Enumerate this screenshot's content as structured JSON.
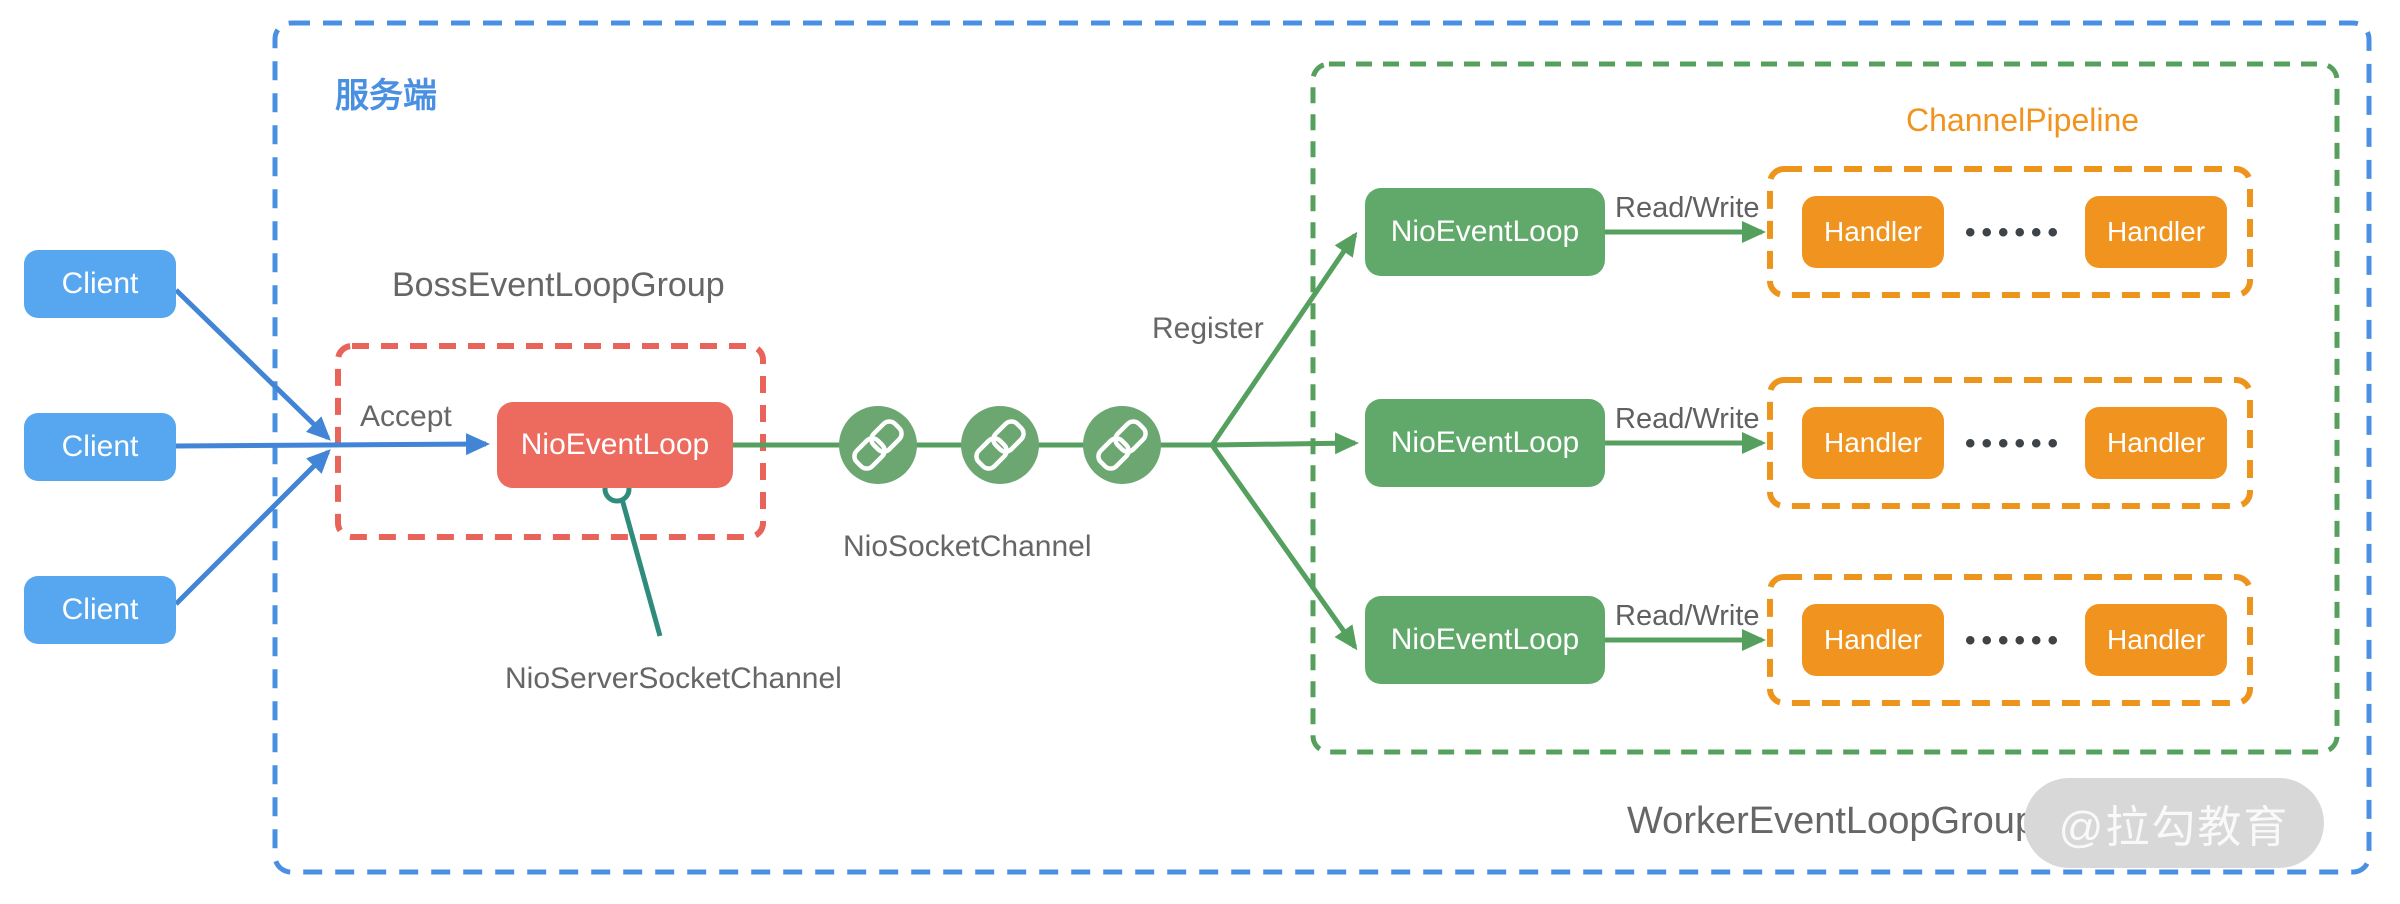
{
  "server_region": {
    "label": "服务端"
  },
  "clients": [
    {
      "label": "Client"
    },
    {
      "label": "Client"
    },
    {
      "label": "Client"
    }
  ],
  "boss": {
    "group_label": "BossEventLoopGroup",
    "accept_label": "Accept",
    "loop_label": "NioEventLoop",
    "server_channel_label": "NioServerSocketChannel"
  },
  "socket_channel_label": "NioSocketChannel",
  "register_label": "Register",
  "worker": {
    "group_label": "WorkerEventLoopGroup",
    "pipeline_label": "ChannelPipeline",
    "rows": [
      {
        "loop_label": "NioEventLoop",
        "rw_label": "Read/Write",
        "handler_left": "Handler",
        "dots": "••••••",
        "handler_right": "Handler"
      },
      {
        "loop_label": "NioEventLoop",
        "rw_label": "Read/Write",
        "handler_left": "Handler",
        "dots": "••••••",
        "handler_right": "Handler"
      },
      {
        "loop_label": "NioEventLoop",
        "rw_label": "Read/Write",
        "handler_left": "Handler",
        "dots": "••••••",
        "handler_right": "Handler"
      }
    ]
  },
  "watermark": {
    "label": "@拉勾教育"
  },
  "colors": {
    "accent_blue": "#4A90E2",
    "client_blue": "#57A7F0",
    "arrow_blue": "#4285D6",
    "boss_red": "#ED6A5F",
    "red_dash": "#E8635A",
    "worker_green": "#61A96A",
    "green_line": "#56A05F",
    "green_dash": "#55A05C",
    "chain_circle_green": "#6CA671",
    "teal_connector": "#2F8C7C",
    "handler_orange": "#F0941F",
    "orange_dash": "#ED941C",
    "text_gray": "#666666",
    "dots_gray": "#3E4347",
    "watermark_bg": "#D8D8D8"
  }
}
